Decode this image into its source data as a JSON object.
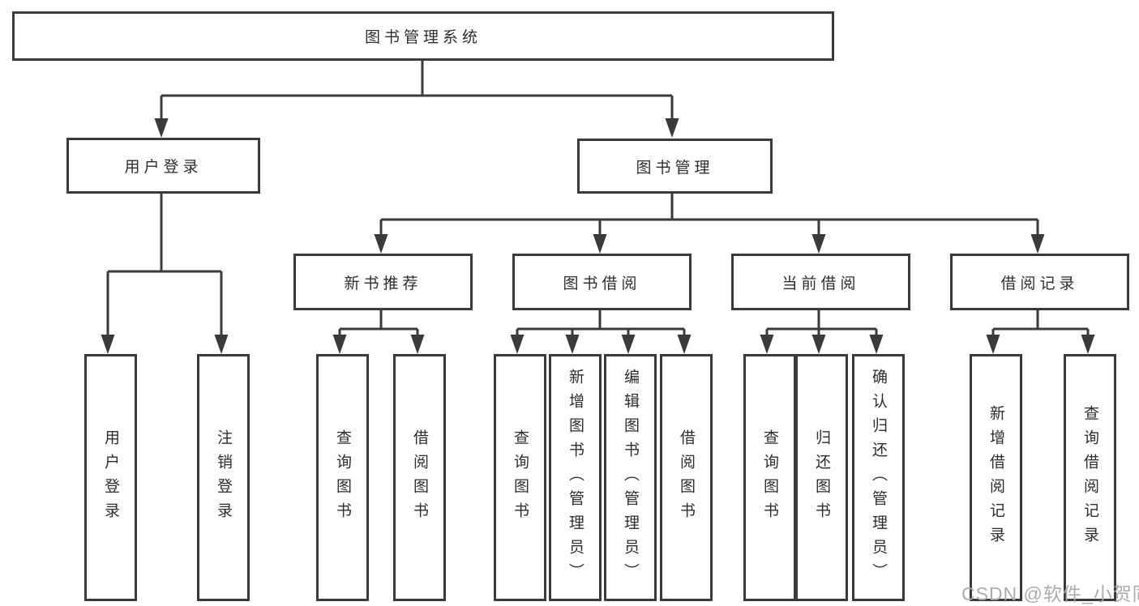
{
  "diagram": {
    "type": "hierarchy",
    "root": {
      "label": "图书管理系统"
    },
    "level2": [
      {
        "label": "用户登录"
      },
      {
        "label": "图书管理"
      }
    ],
    "level3": [
      {
        "label": "新书推荐"
      },
      {
        "label": "图书借阅"
      },
      {
        "label": "当前借阅"
      },
      {
        "label": "借阅记录"
      }
    ],
    "leaves": {
      "user_login": [
        {
          "label": "用户登录"
        },
        {
          "label": "注销登录"
        }
      ],
      "new_book_recommend": [
        {
          "label": "查询图书"
        },
        {
          "label": "借阅图书"
        }
      ],
      "book_borrowing": [
        {
          "label": "查询图书"
        },
        {
          "label": "新增图书（管理员）"
        },
        {
          "label": "编辑图书（管理员）"
        },
        {
          "label": "借阅图书"
        }
      ],
      "current_borrowing": [
        {
          "label": "查询图书"
        },
        {
          "label": "归还图书"
        },
        {
          "label": "确认归还（管理员）"
        }
      ],
      "borrowing_records": [
        {
          "label": "新增借阅记录"
        },
        {
          "label": "查询借阅记录"
        }
      ]
    },
    "watermark": "CSDN @软件_小贺同学",
    "colors": {
      "line": "#3a3a3a",
      "box_border": "#3a3a3a",
      "text": "#2d2d2d",
      "background": "#ffffff",
      "watermark": "#a8a8a8"
    }
  }
}
